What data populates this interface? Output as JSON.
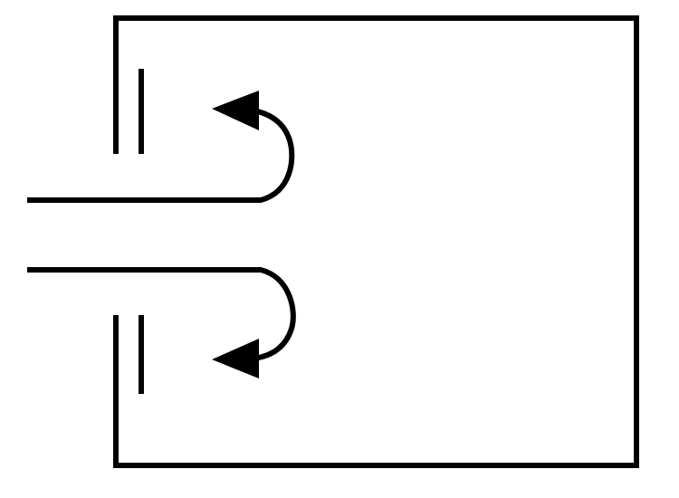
{
  "diagram": {
    "colors": {
      "background": "#ffffff",
      "line": "#000000"
    },
    "elements": {
      "enclosure": "box-outline",
      "upper_plate": "vertical-plate",
      "lower_plate": "vertical-plate",
      "upper_inlet_wall": "horizontal-line",
      "lower_inlet_wall": "horizontal-line",
      "upper_flow_arrow": "curved-arrow-up-left",
      "lower_flow_arrow": "curved-arrow-down-left"
    }
  }
}
